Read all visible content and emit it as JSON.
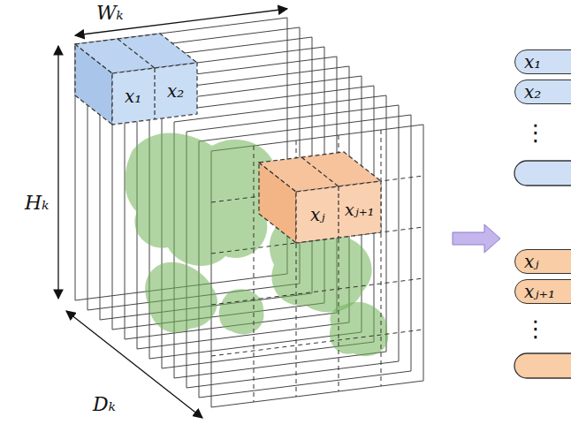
{
  "diagram": {
    "nodes": [
      {
        "text": [
          "x₁"
        ]
      },
      {
        "text": [
          "x₂"
        ]
      },
      {
        "text": [
          "xⱼ"
        ]
      },
      {
        "text": [
          "xⱼ₊₁"
        ]
      }
    ],
    "labels": [
      "Wₖ",
      "Hₖ",
      "Dₖ",
      "x₁",
      "x₂",
      "xⱼ",
      "xⱼ₊₁",
      "⋮",
      "⋮"
    ]
  }
}
